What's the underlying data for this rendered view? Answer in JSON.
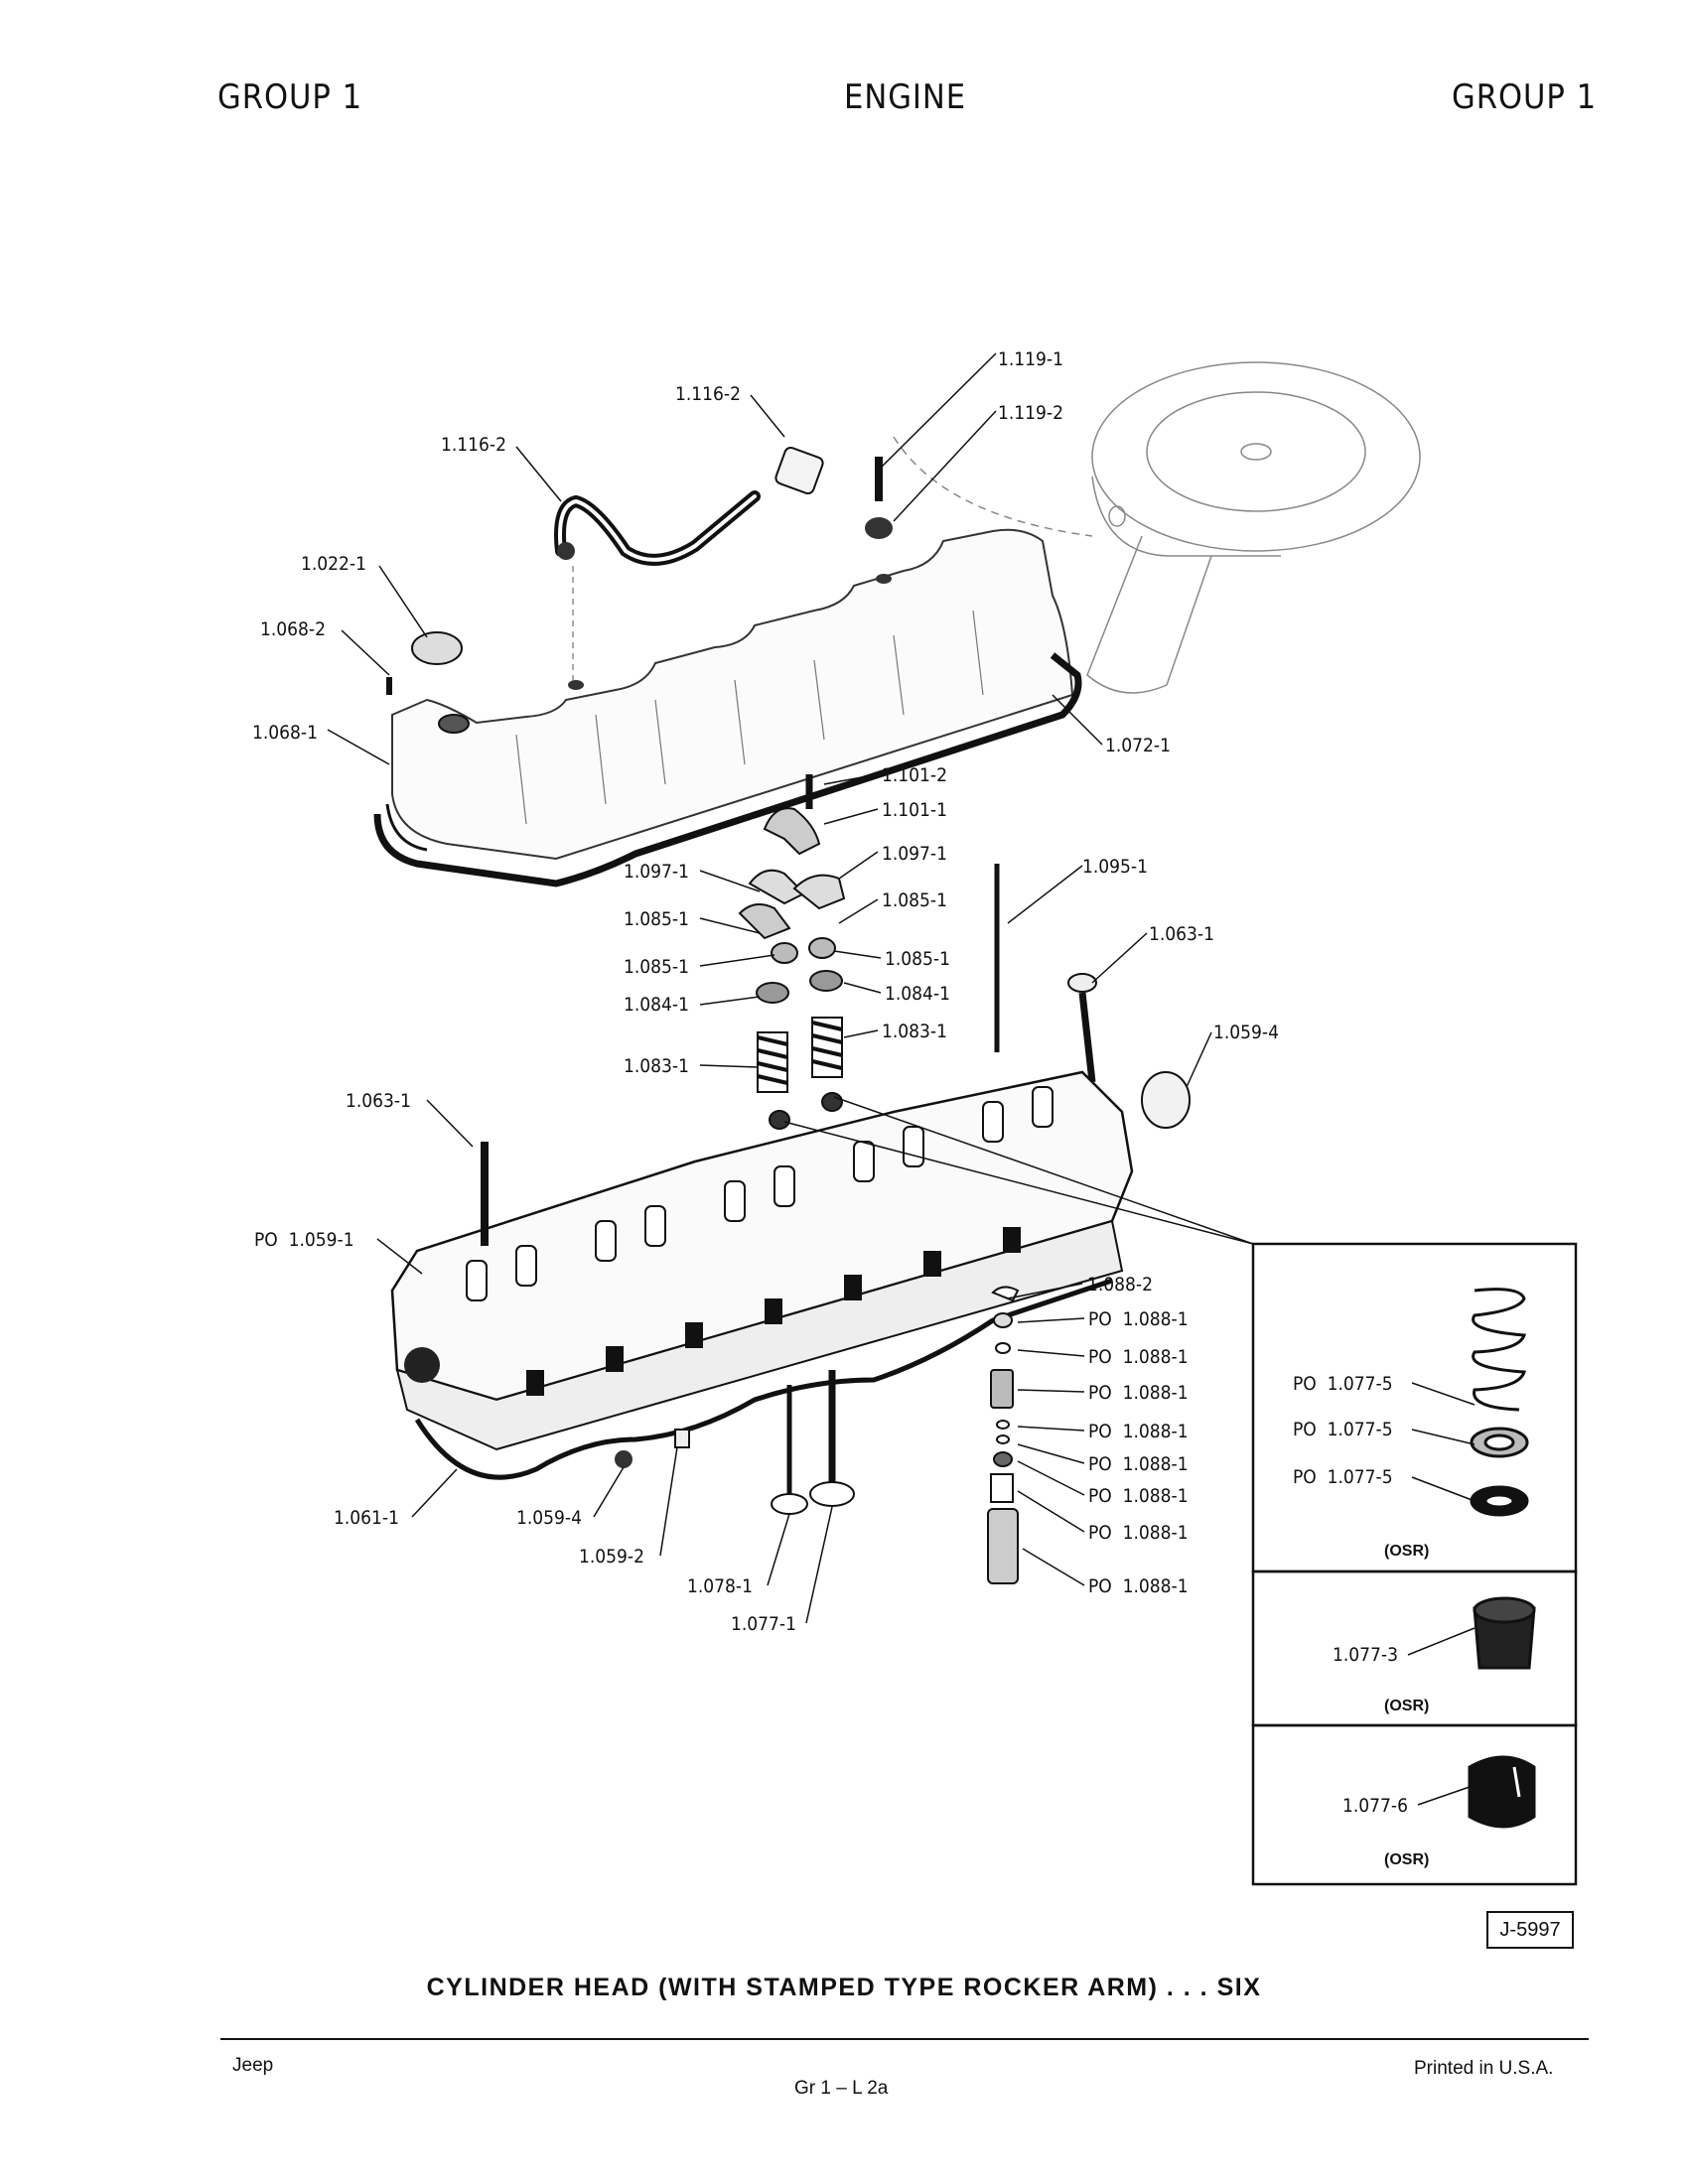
{
  "header": {
    "left": "GROUP 1",
    "center": "ENGINE",
    "right": "GROUP 1"
  },
  "part_labels": [
    "1.119-1",
    "1.116-2",
    "1.119-2",
    "1.116-2",
    "1.022-1",
    "1.068-2",
    "1.068-1",
    "1.072-1",
    "1.101-2",
    "1.101-1",
    "1.097-1",
    "1.097-1",
    "1.095-1",
    "1.085-1",
    "1.085-1",
    "1.063-1",
    "1.085-1",
    "1.085-1",
    "1.084-1",
    "1.084-1",
    "1.059-4",
    "1.083-1",
    "1.083-1",
    "1.063-1",
    "PO  1.059-1",
    "1.088-2",
    "PO  1.088-1",
    "PO  1.088-1",
    "PO  1.088-1",
    "PO  1.088-1",
    "PO  1.088-1",
    "PO  1.088-1",
    "PO  1.088-1",
    "PO  1.088-1",
    "1.061-1",
    "1.059-4",
    "1.059-2",
    "1.078-1",
    "1.077-1"
  ],
  "inset_labels": [
    "PO  1.077-5",
    "PO  1.077-5",
    "PO  1.077-5",
    "1.077-3",
    "1.077-6"
  ],
  "inset_notes": [
    "(OSR)",
    "(OSR)",
    "(OSR)"
  ],
  "figure_ref": "J-5997",
  "caption": "CYLINDER HEAD (WITH STAMPED TYPE ROCKER ARM) . . . SIX",
  "footer": {
    "left": "Jeep",
    "center": "Gr 1 – L 2a",
    "right": "Printed in U.S.A."
  }
}
